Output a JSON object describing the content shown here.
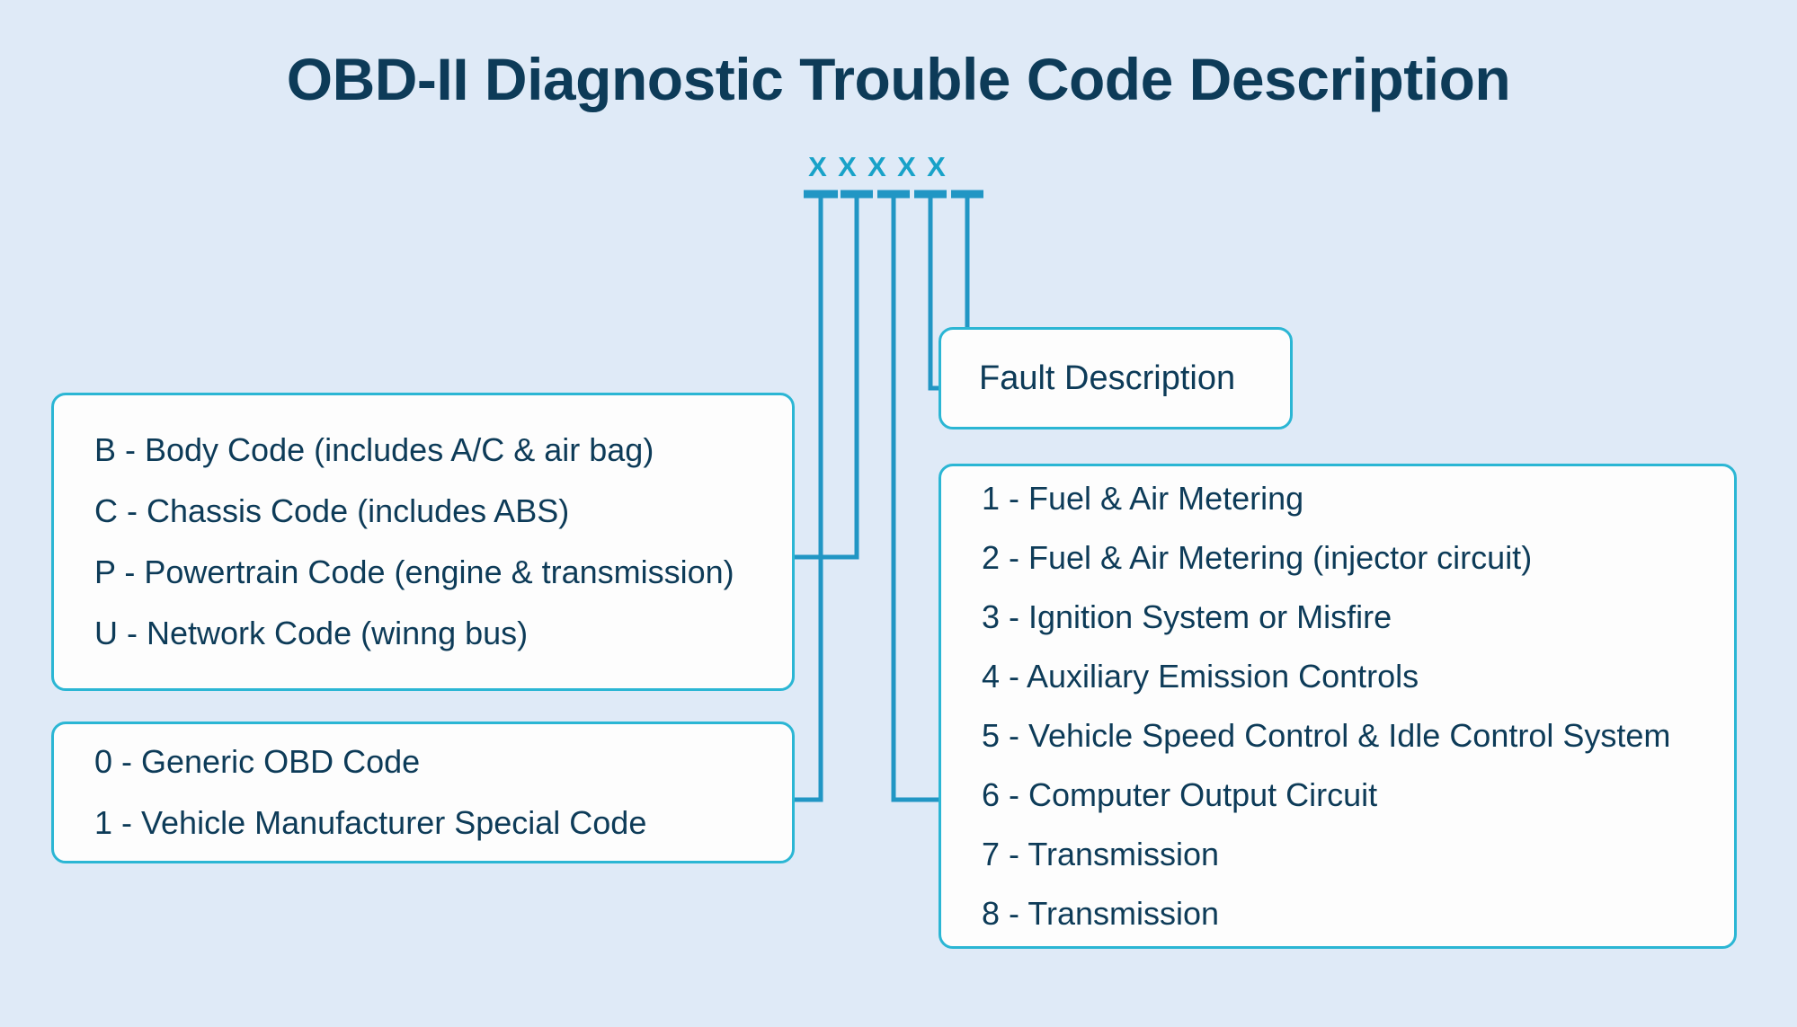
{
  "page": {
    "title": "OBD-II Diagnostic Trouble Code Description",
    "background_color": "#dfeaf7",
    "accent_color": "#2bb6d4",
    "text_color": "#0d3b58"
  },
  "code_pattern": {
    "label": "code-placeholder-characters",
    "chars": [
      "X",
      "X",
      "X",
      "X",
      "X"
    ]
  },
  "boxes": {
    "letters": {
      "name": "first-character-code-box",
      "lines": [
        "B - Body Code (includes A/C & air bag)",
        "C - Chassis Code (includes ABS)",
        "P - Powertrain Code (engine & transmission)",
        "U - Network Code (winng bus)"
      ]
    },
    "generic": {
      "name": "second-character-code-box",
      "lines": [
        "0 - Generic OBD Code",
        "1 - Vehicle Manufacturer Special Code"
      ]
    },
    "fault": {
      "name": "fault-description-box",
      "lines": [
        "Fault Description"
      ]
    },
    "subsystems": {
      "name": "third-character-subsystem-box",
      "lines": [
        "1 - Fuel & Air Metering",
        "2 - Fuel & Air Metering (injector circuit)",
        "3 - Ignition System or Misfire",
        "4 - Auxiliary Emission Controls",
        "5 - Vehicle Speed Control & Idle Control System",
        "6 - Computer Output Circuit",
        "7 - Transmission",
        "8 - Transmission"
      ]
    }
  }
}
